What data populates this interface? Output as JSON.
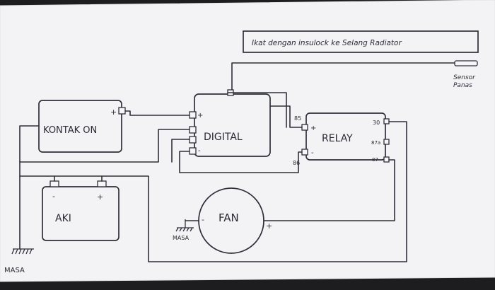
{
  "note": "Ikat dengan insulock ke Selang Radiator",
  "sensor": {
    "line1": "Sensor",
    "line2": "Panas"
  },
  "kontak": {
    "label": "KONTAK ON",
    "plus": "+"
  },
  "digital": {
    "label": "DIGITAL",
    "plus": "+",
    "minus": "-"
  },
  "relay": {
    "label": "RELAY",
    "pin85": "85",
    "pin86": "86",
    "pin30": "30",
    "pin87a": "87a",
    "pin87": "87",
    "plus": "+",
    "minus": "-"
  },
  "aki": {
    "label": "AKI",
    "minus": "-",
    "plus": "+"
  },
  "fan": {
    "label": "FAN",
    "minus": "-",
    "plus": "+"
  },
  "masa_fan": "MASA",
  "masa_main": "MASA",
  "colors": {
    "paper": "#f3f3f6",
    "ink": "#2f2f3a",
    "background": "#1d1d1f"
  }
}
